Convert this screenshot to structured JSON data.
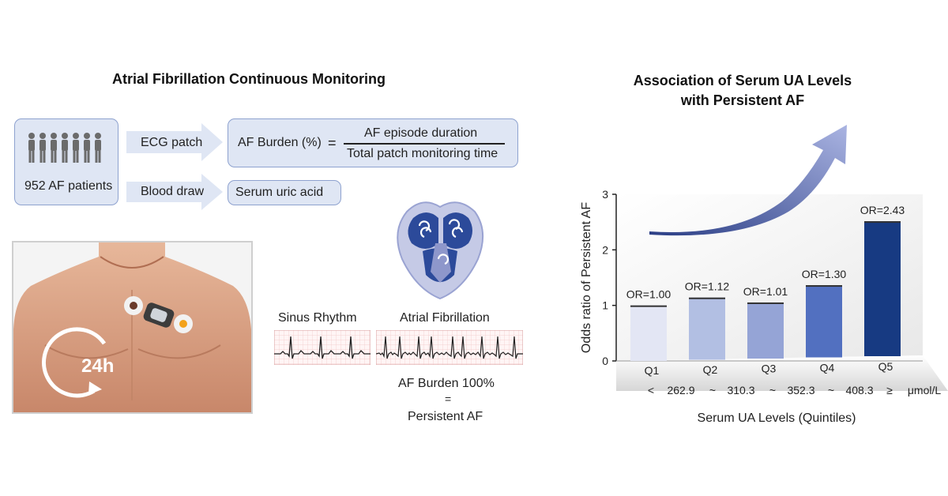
{
  "left": {
    "title": "Atrial Fibrillation Continuous Monitoring",
    "patients_label": "952 AF patients",
    "ecg_patch_label": "ECG patch",
    "blood_draw_label": "Blood draw",
    "af_burden_label": "AF Burden (%)",
    "equals_sign": "=",
    "numerator": "AF episode duration",
    "denominator": "Total patch monitoring time",
    "serum_label": "Serum uric acid",
    "badge_24h": "24h",
    "sinus_label": "Sinus Rhythm",
    "af_label": "Atrial Fibrillation",
    "burden_100": "AF Burden 100%",
    "equiv_sign": "=",
    "persistent_label": "Persistent AF"
  },
  "right": {
    "title_line1": "Association of Serum UA Levels",
    "title_line2": "with Persistent AF"
  },
  "chart_data": {
    "type": "bar",
    "title": "Association of Serum UA Levels with Persistent AF",
    "categories": [
      "Q1",
      "Q2",
      "Q3",
      "Q4",
      "Q5"
    ],
    "values": [
      1.0,
      1.12,
      1.01,
      1.3,
      2.43
    ],
    "data_labels": [
      "OR=1.00",
      "OR=1.12",
      "OR=1.01",
      "OR=1.30",
      "OR=2.43"
    ],
    "ylabel": "Odds ratio of Persistent AF",
    "xlabel": "Serum UA Levels (Quintiles)",
    "ylim": [
      0,
      3
    ],
    "yticks": [
      0,
      1,
      2,
      3
    ],
    "cutoff_labels": [
      "<",
      "262.9",
      "~",
      "310.3",
      "~",
      "352.3",
      "~",
      "408.3",
      "≥"
    ],
    "unit": "μmol/L",
    "colors": [
      "#e3e6f4",
      "#b2bfe3",
      "#95a4d6",
      "#5270c0",
      "#173a82"
    ]
  }
}
